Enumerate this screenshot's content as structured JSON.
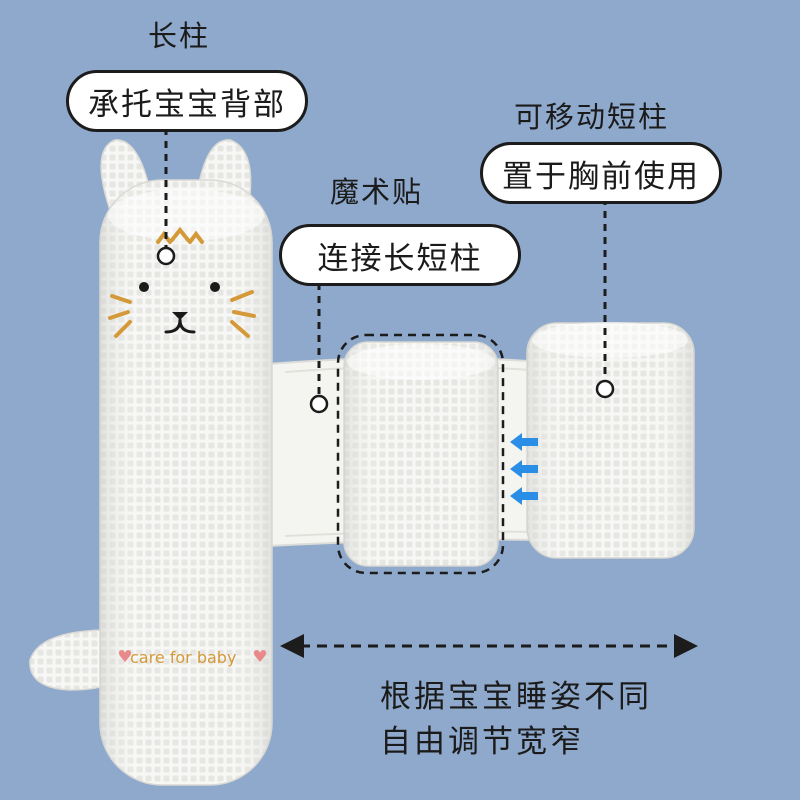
{
  "labels": {
    "long_pillar": {
      "title": "长柱",
      "pill": "承托宝宝背部"
    },
    "velcro": {
      "title": "魔术贴",
      "pill": "连接长短柱"
    },
    "movable_short_pillar": {
      "title": "可移动短柱",
      "pill": "置于胸前使用"
    }
  },
  "embroidery_text": "care for baby",
  "caption": {
    "line1": "根据宝宝睡姿不同",
    "line2": "自由调节宽窄"
  },
  "colors": {
    "background": "#8ea9cc",
    "pillow": "#f7f7f5",
    "outline": "#1c1c1c",
    "arrow_blue": "#2b8ee6",
    "embroidery": "#d49a3a",
    "heart": "#e88a8a"
  },
  "icons": [
    "double-arrow-icon",
    "push-arrow-icon",
    "connector-dot-icon"
  ]
}
